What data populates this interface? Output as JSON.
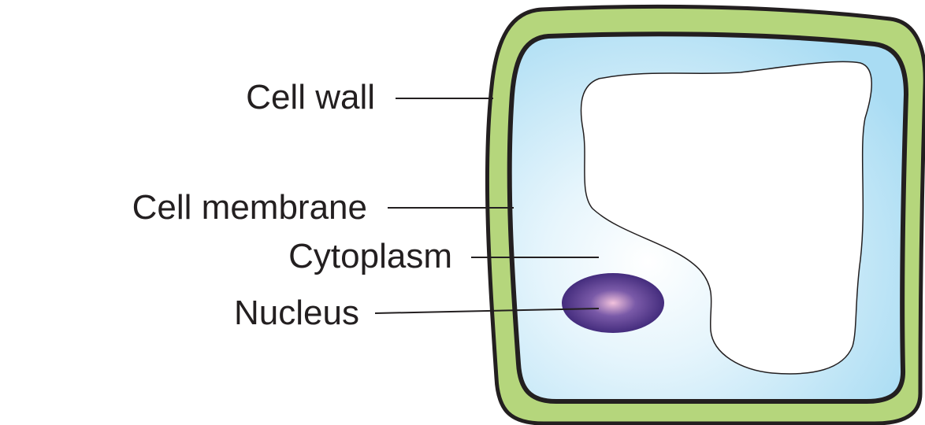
{
  "labels": {
    "cell_wall": "Cell wall",
    "cell_membrane": "Cell membrane",
    "cytoplasm": "Cytoplasm",
    "nucleus": "Nucleus"
  },
  "colors": {
    "cell_wall": "#b5d67c",
    "outline": "#231f20",
    "cytoplasm_edge": "#a9dcf3",
    "cytoplasm_center": "#ffffff",
    "nucleus_outer": "#3a2475",
    "nucleus_mid": "#7a5aa8",
    "nucleus_center": "#f2c2dc",
    "label_text": "#231f20"
  }
}
